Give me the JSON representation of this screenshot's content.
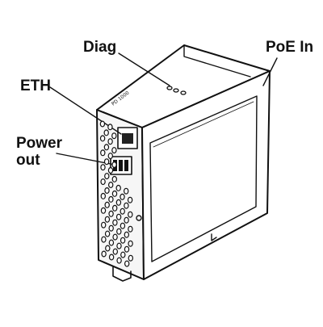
{
  "labels": {
    "diag": "Diag",
    "poe_in": "PoE In",
    "eth": "ETH",
    "power_out_line1": "Power",
    "power_out_line2": "out"
  },
  "device": {
    "model_text": "PD 1000"
  },
  "colors": {
    "ink": "#111111",
    "background": "#ffffff",
    "front_panel": "#f4f4f4",
    "side_panel": "#ffffff"
  }
}
